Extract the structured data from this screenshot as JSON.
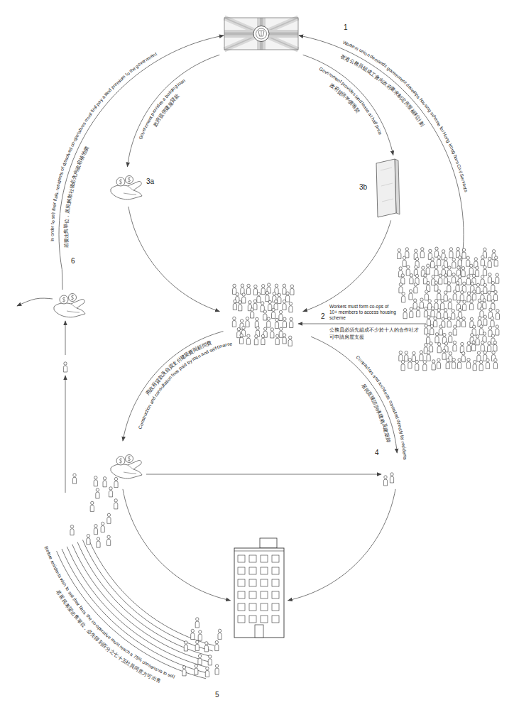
{
  "diagram": {
    "labels": [
      "1",
      "Workers union demands government develops housing scheme for Hong Kong born Civil Servants",
      "香港公務員組成工會向政府要求制定房屋福利計劃",
      "Government provides land lease at half price",
      "政府提供半價地契",
      "Government provides a building loan",
      "政府提供建屋貸款",
      "In order to sell their flats, residents of dissolved co-operatives must first pay a land premium to the government",
      "若要出售單位，居民解散社後必先向政府補地價",
      "3a",
      "3b",
      "6",
      "2",
      "Workers must form co-ops of 10+ members to access housing scheme",
      "公務員必須先組成不少於十人的合作社才可申請房屋支援",
      "用政府貸款及自資支付建築費與顧問費",
      "Construction and consultation fees paid by loan and self-finance",
      "居民直接諮詢承建商及建築師",
      "Contractors and architects consulted directly by residents",
      "4",
      "Before residents wish to sell their flats, the co-operative must reach a 75% consensus to sell",
      "若居民希望出售單位，必先得到百分之七十五社員同意方可出售",
      "5"
    ]
  }
}
